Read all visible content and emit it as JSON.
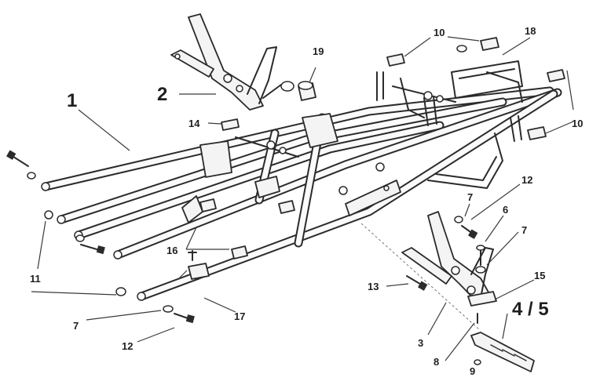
{
  "callouts": {
    "c1": "1",
    "c2": "2",
    "c3": "3",
    "c45": "4 / 5",
    "c6": "6",
    "c7a": "7",
    "c7b": "7",
    "c7c": "7",
    "c8": "8",
    "c9": "9",
    "c10a": "10",
    "c10b": "10",
    "c11": "11",
    "c12a": "12",
    "c12b": "12",
    "c13": "13",
    "c14": "14",
    "c15": "15",
    "c16": "16",
    "c17": "17",
    "c18": "18",
    "c19": "19"
  },
  "colors": {
    "line": "#2b2b2b",
    "background": "#ffffff"
  }
}
